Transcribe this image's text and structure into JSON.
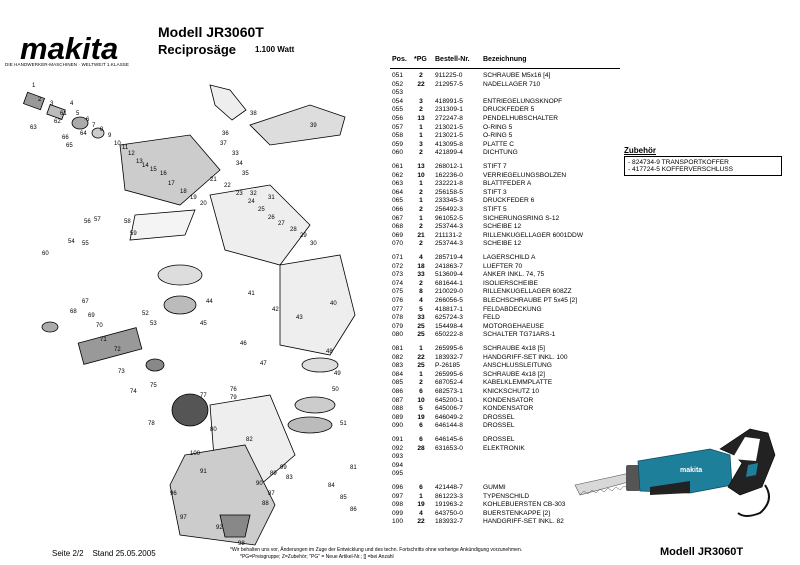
{
  "header": {
    "brand": "makita",
    "brand_sub": "DIE HANDWERKER-MASCHINEN · WELTWEIT 1.KLASSE",
    "title": "Modell JR3060T",
    "subtitle": "Reciprosäge",
    "watt": "1.100 Watt"
  },
  "table_headers": {
    "pos": "Pos.",
    "pg": "*PG",
    "nr": "Bestell-Nr.",
    "bez": "Bezeichnung"
  },
  "parts": [
    {
      "pos": "051",
      "pg": "2",
      "nr": "911225-0",
      "bez": "SCHRAUBE M5x16  [4]"
    },
    {
      "pos": "052",
      "pg": "22",
      "nr": "212957-5",
      "bez": "NADELLAGER 710"
    },
    {
      "pos": "053",
      "pg": "",
      "nr": "",
      "bez": ""
    },
    {
      "pos": "054",
      "pg": "3",
      "nr": "418991-5",
      "bez": "ENTRIEGELUNGSKNOPF"
    },
    {
      "pos": "055",
      "pg": "2",
      "nr": "231309-1",
      "bez": "DRUCKFEDER 5"
    },
    {
      "pos": "056",
      "pg": "13",
      "nr": "272247-8",
      "bez": "PENDELHUBSCHALTER"
    },
    {
      "pos": "057",
      "pg": "1",
      "nr": "213021-5",
      "bez": "O-RING 5"
    },
    {
      "pos": "058",
      "pg": "1",
      "nr": "213021-5",
      "bez": "O-RING 5"
    },
    {
      "pos": "059",
      "pg": "3",
      "nr": "413095-8",
      "bez": "PLATTE  C"
    },
    {
      "pos": "060",
      "pg": "2",
      "nr": "421899-4",
      "bez": "DICHTUNG"
    },
    {
      "pos": "061",
      "pg": "13",
      "nr": "268012-1",
      "bez": "STIFT 7"
    },
    {
      "pos": "062",
      "pg": "10",
      "nr": "162236-0",
      "bez": "VERRIEGELUNGSBOLZEN"
    },
    {
      "pos": "063",
      "pg": "1",
      "nr": "232221-8",
      "bez": "BLATTFEDER  A"
    },
    {
      "pos": "064",
      "pg": "2",
      "nr": "256158-5",
      "bez": "STIFT 3"
    },
    {
      "pos": "065",
      "pg": "1",
      "nr": "233345-3",
      "bez": "DRUCKFEDER 6"
    },
    {
      "pos": "066",
      "pg": "2",
      "nr": "256492-3",
      "bez": "STIFT 5"
    },
    {
      "pos": "067",
      "pg": "1",
      "nr": "961052-5",
      "bez": "SICHERUNGSRING S-12"
    },
    {
      "pos": "068",
      "pg": "2",
      "nr": "253744-3",
      "bez": "SCHEIBE 12"
    },
    {
      "pos": "069",
      "pg": "21",
      "nr": "211131-2",
      "bez": "RILLENKUGELLAGER 6001DDW"
    },
    {
      "pos": "070",
      "pg": "2",
      "nr": "253744-3",
      "bez": "SCHEIBE 12"
    },
    {
      "pos": "071",
      "pg": "4",
      "nr": "285719-4",
      "bez": "LAGERSCHILD  A"
    },
    {
      "pos": "072",
      "pg": "18",
      "nr": "241863-7",
      "bez": "LUEFTER 70"
    },
    {
      "pos": "073",
      "pg": "33",
      "nr": "513609-4",
      "bez": "ANKER INKL. 74, 75"
    },
    {
      "pos": "074",
      "pg": "2",
      "nr": "681644-1",
      "bez": "ISOLIERSCHEIBE"
    },
    {
      "pos": "075",
      "pg": "8",
      "nr": "210029-0",
      "bez": "RILLENKUGELLAGER 608ZZ"
    },
    {
      "pos": "076",
      "pg": "4",
      "nr": "266056-5",
      "bez": "BLECHSCHRAUBE PT 5x45  [2]"
    },
    {
      "pos": "077",
      "pg": "5",
      "nr": "418817-1",
      "bez": "FELDABDECKUNG"
    },
    {
      "pos": "078",
      "pg": "33",
      "nr": "625724-3",
      "bez": "FELD"
    },
    {
      "pos": "079",
      "pg": "25",
      "nr": "154498-4",
      "bez": "MOTORGEHAEUSE"
    },
    {
      "pos": "080",
      "pg": "25",
      "nr": "650222-8",
      "bez": "SCHALTER TG71ARS-1"
    },
    {
      "pos": "081",
      "pg": "1",
      "nr": "265995-6",
      "bez": "SCHRAUBE 4x18  [5]"
    },
    {
      "pos": "082",
      "pg": "22",
      "nr": "183932-7",
      "bez": "HANDGRIFF-SET INKL. 100"
    },
    {
      "pos": "083",
      "pg": "25",
      "nr": "P-26185",
      "bez": "ANSCHLUSSLEITUNG"
    },
    {
      "pos": "084",
      "pg": "1",
      "nr": "265995-6",
      "bez": "SCHRAUBE 4x18  [2]"
    },
    {
      "pos": "085",
      "pg": "2",
      "nr": "687052-4",
      "bez": "KABELKLEMMPLATTE"
    },
    {
      "pos": "086",
      "pg": "6",
      "nr": "682573-1",
      "bez": "KNICKSCHUTZ 10"
    },
    {
      "pos": "087",
      "pg": "10",
      "nr": "645200-1",
      "bez": "KONDENSATOR"
    },
    {
      "pos": "088",
      "pg": "5",
      "nr": "645006-7",
      "bez": "KONDENSATOR"
    },
    {
      "pos": "089",
      "pg": "19",
      "nr": "646049-2",
      "bez": "DROSSEL"
    },
    {
      "pos": "090",
      "pg": "6",
      "nr": "646144-8",
      "bez": "DROSSEL"
    },
    {
      "pos": "091",
      "pg": "6",
      "nr": "646145-6",
      "bez": "DROSSEL"
    },
    {
      "pos": "092",
      "pg": "28",
      "nr": "631653-0",
      "bez": "ELEKTRONIK"
    },
    {
      "pos": "093",
      "pg": "",
      "nr": "",
      "bez": ""
    },
    {
      "pos": "094",
      "pg": "",
      "nr": "",
      "bez": ""
    },
    {
      "pos": "095",
      "pg": "",
      "nr": "",
      "bez": ""
    },
    {
      "pos": "096",
      "pg": "6",
      "nr": "421448-7",
      "bez": "GUMMI"
    },
    {
      "pos": "097",
      "pg": "1",
      "nr": "861223-3",
      "bez": "TYPENSCHILD"
    },
    {
      "pos": "098",
      "pg": "19",
      "nr": "191963-2",
      "bez": "KOHLEBUERSTEN CB-303"
    },
    {
      "pos": "099",
      "pg": "4",
      "nr": "643750-0",
      "bez": "BUERSTENKAPPE  [2]"
    },
    {
      "pos": "100",
      "pg": "22",
      "nr": "183932-7",
      "bez": "HANDGRIFF-SET INKL. 82"
    }
  ],
  "zubehoer": {
    "title": "Zubehör",
    "items": [
      "- 824734-9  TRANSPORTKOFFER",
      "- 417724-5  KOFFERVERSCHLUSS"
    ]
  },
  "diagram_labels": [
    "1",
    "2",
    "3",
    "4",
    "5",
    "6",
    "7",
    "8",
    "9",
    "10",
    "11",
    "12",
    "13",
    "14",
    "15",
    "16",
    "17",
    "18",
    "19",
    "20",
    "21",
    "22",
    "23",
    "24",
    "25",
    "26",
    "27",
    "28",
    "29",
    "30",
    "31",
    "32",
    "33",
    "34",
    "35",
    "36",
    "37",
    "38",
    "39",
    "40",
    "41",
    "42",
    "43",
    "44",
    "45",
    "46",
    "47",
    "48",
    "49",
    "50",
    "51",
    "52",
    "53",
    "54",
    "55",
    "56",
    "57",
    "58",
    "59",
    "60",
    "61",
    "62",
    "63",
    "64",
    "65",
    "66",
    "67",
    "68",
    "69",
    "70",
    "71",
    "72",
    "73",
    "74",
    "75",
    "76",
    "77",
    "78",
    "79",
    "80",
    "81",
    "82",
    "83",
    "84",
    "85",
    "86",
    "87",
    "88",
    "89",
    "90",
    "91",
    "92",
    "96",
    "97",
    "98",
    "99",
    "100"
  ],
  "photo_label": "makita",
  "footer": {
    "page": "Seite 2/2",
    "stand": "Stand 25.05.2005",
    "note1": "*Wir behalten uns vor, Änderungen im Zuge der Entwicklung und des techn. Fortschritts ohne vorherige Ankündigung vorzunehmen.",
    "note2": "*PG=Preisgruppe; Z=Zubehör; \"PG\" = Neue Artikel-Nr.; [] =bei  Anzahl",
    "model": "Modell JR3060T"
  }
}
